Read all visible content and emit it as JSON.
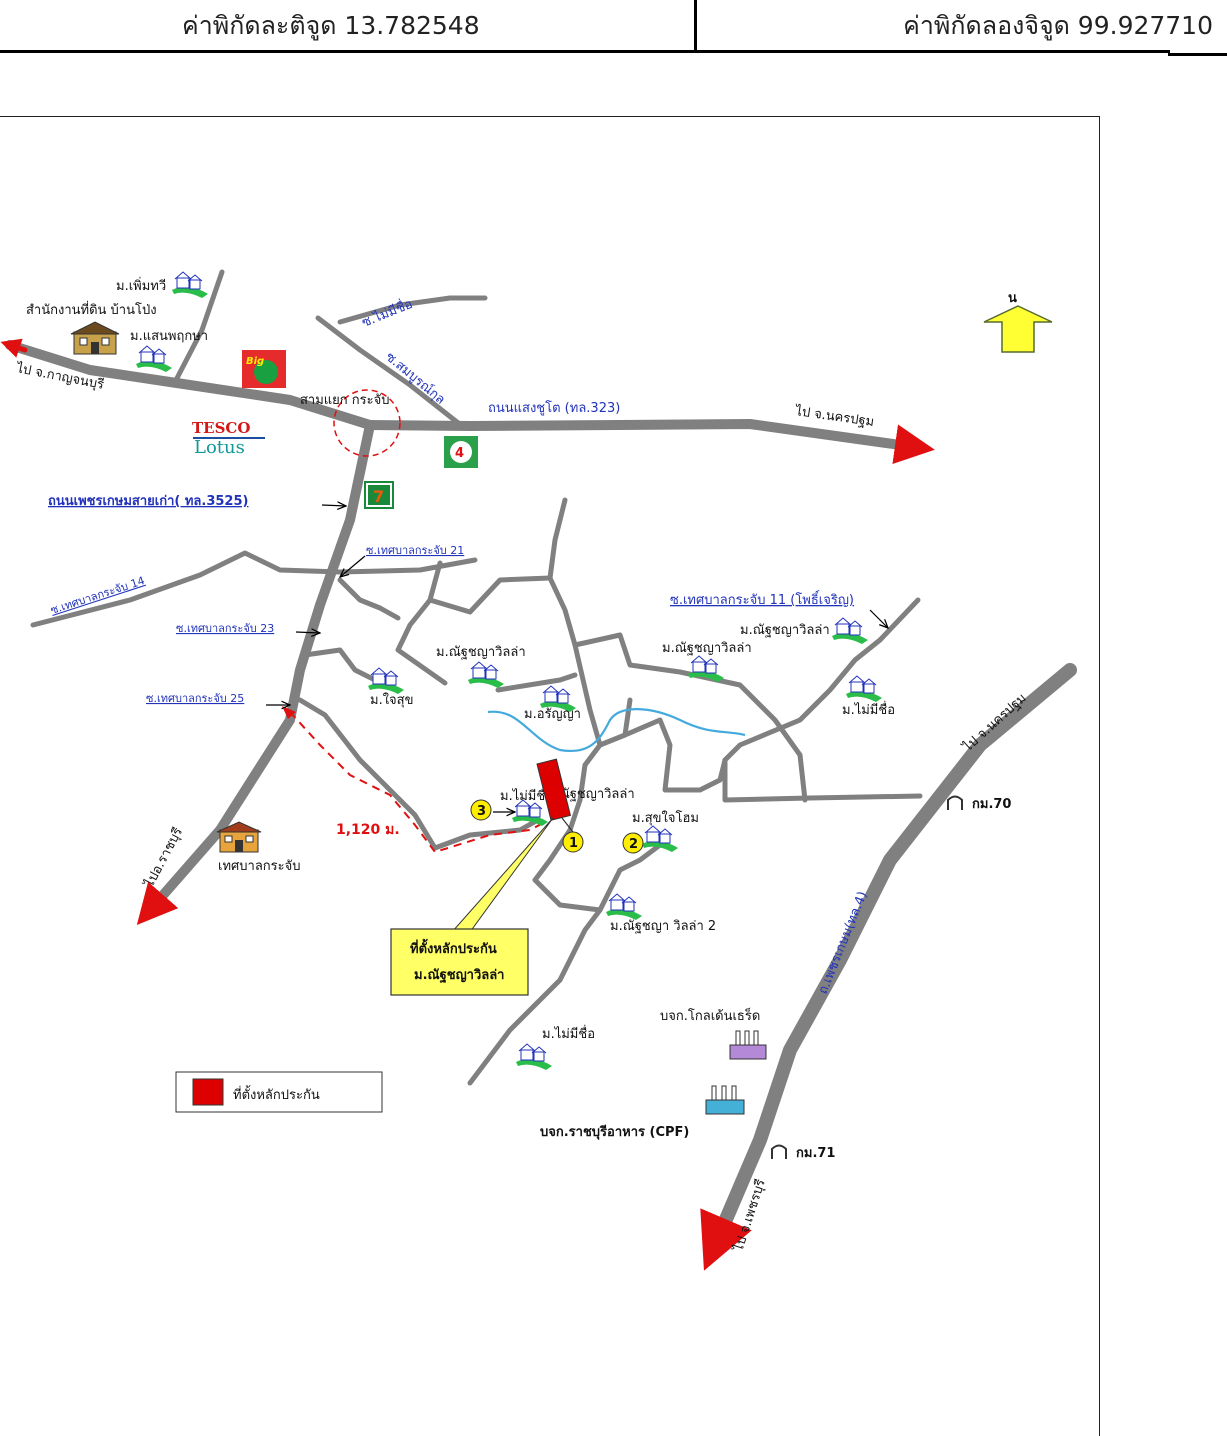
{
  "header": {
    "lat_label": "ค่าพิกัดละติจูด 13.782548",
    "lon_label": "ค่าพิกัดลองจิจูด 99.927710"
  },
  "map": {
    "north": "น",
    "roads": {
      "to_kanchanaburi": "ไป จ.กาญจนบุรี",
      "to_nakhonpathom_top": "ไป จ.นครปฐม",
      "sangchuto": "ถนนแสงชูโต (ทล.323)",
      "petchkasem_old": "ถนนเพชรเกษมสายเก่า( ทล.3525)",
      "soi_nomame": "ซ.ไม่มีชื่อ",
      "soi_sombunkul": "ซ.สมบูรณ์กุล",
      "soi_14": "ซ.เทศบาลกระจับ 14",
      "soi_21": "ซ.เทศบาลกระจับ 21",
      "soi_23": "ซ.เทศบาลกระจับ 23",
      "soi_25": "ซ.เทศบาลกระจับ 25",
      "soi_11": "ซ.เทศบาลกระจับ 11 (โพธิ์เจริญ)",
      "to_ratchaburi": "ไปอ.ราชบุรี",
      "to_nakhonpathom_right": "ไป จ.นครปฐม",
      "petchkasem_4": "ถ.เพชรเกษม(ทล.4)",
      "to_phetchaburi": "ไป จ.เพชรบุรี"
    },
    "places": {
      "phimthawi": "ม.เพิ่มทวี",
      "land_office": "สำนักงานที่ดิน บ้านโป่ง",
      "saenphuksa": "ม.แสนพฤกษา",
      "samyaek": "สามแยก กระจับ",
      "tesco": "TESCO",
      "lotus": "Lotus",
      "bigc": "Big",
      "chaisuk": "ม.ใจสุข",
      "nat_villa_1": "ม.ณัฐชญาวิลล่า",
      "aranya": "ม.อรัญญา",
      "nat_villa_2": "ม.ณัฐชญาวิลล่า",
      "nat_villa_3": "ม.ณัฐชญาวิลล่า",
      "nomame_1": "ม.ไม่มีชื่อ",
      "nomame_2": "ม.ไม่มีชื่อ",
      "nat_villa_main": "ม.ณัฐชญาวิลล่า",
      "suk_jai_home": "ม.สุขใจโฮม",
      "nat_villa_2b": "ม.ณัฐชญา วิลล่า 2",
      "nomame_3": "ม.ไม่มีชื่อ",
      "municipality": "เทศบาลกระจับ",
      "golden_credit": "บจก.โกลเด้นเธร็ด",
      "cpf": "บจก.ราชบุรีอาหาร (CPF)",
      "km70": "กม.70",
      "km71": "กม.71",
      "distance": "1,120 ม."
    },
    "markers": [
      "1",
      "2",
      "3"
    ],
    "callout": [
      "ที่ตั้งหลักประกัน",
      "ม.ณัฐชญาวิลล่า"
    ],
    "legend": "ที่ตั้งหลักประกัน",
    "colors": {
      "road": "#808080",
      "arrow": "#e01010",
      "river": "#44aadd",
      "highlight": "#ffff66",
      "site": "#dd0000",
      "label_blue": "#2233bb"
    }
  }
}
